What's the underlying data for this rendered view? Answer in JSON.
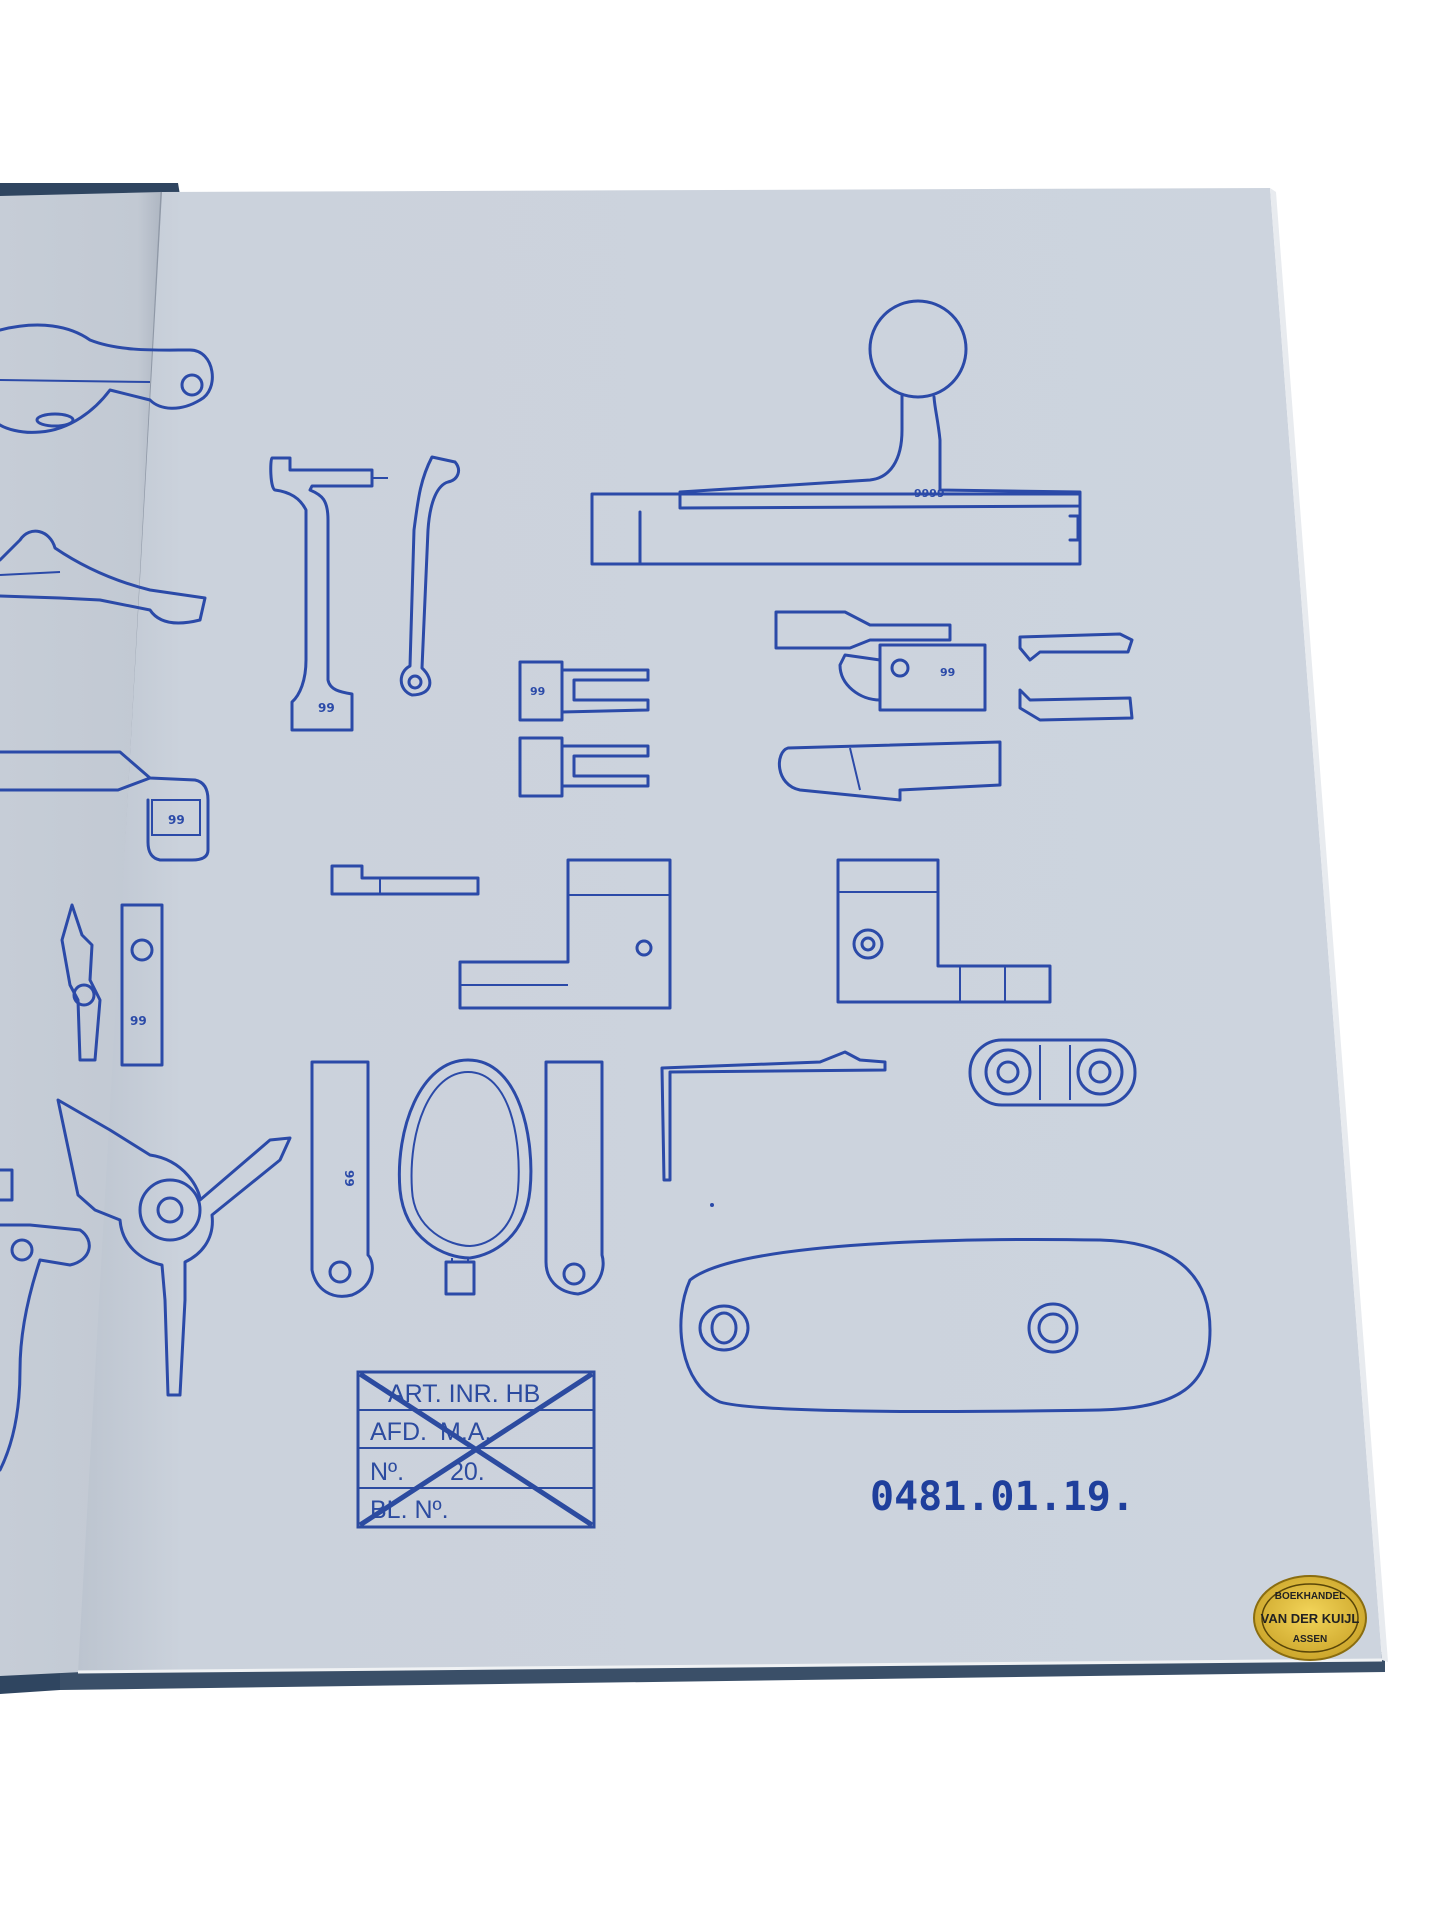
{
  "stamp": {
    "line1": "ART. INR. HB",
    "line2_label": "AFD.",
    "line2_value": "M.A.",
    "line3_label": "Nº.",
    "line3_value": "20.",
    "line4_label": "BL. Nº."
  },
  "part_number": "0481.01.19.",
  "seal": {
    "top": "BOEKHANDEL",
    "middle": "VAN DER KUIJL",
    "bottom": "ASSEN"
  },
  "part_marks": {
    "mark_99": "99"
  },
  "colors": {
    "page": "#c9d0da",
    "ink": "#2b4aa8",
    "cover": "#2f4560",
    "seal": "#d9b531"
  }
}
